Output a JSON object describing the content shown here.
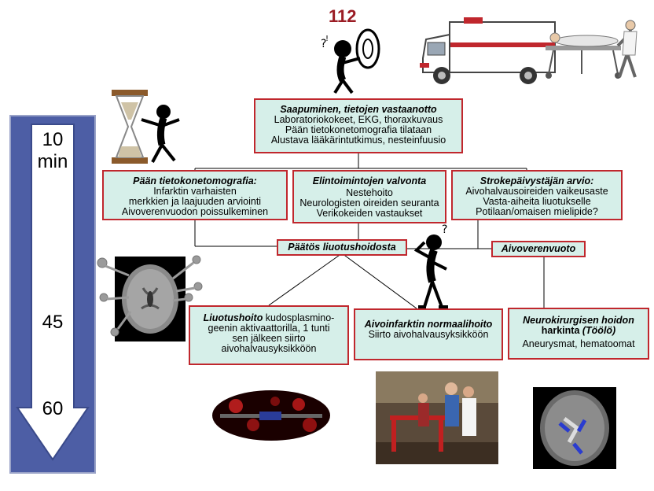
{
  "emergency_number": "112",
  "timeline": {
    "t1": "10",
    "t1_unit": "min",
    "t2": "45",
    "t3": "60"
  },
  "arrival": {
    "title": "Saapuminen, tietojen vastaanotto",
    "lines": [
      "Laboratoriokokeet, EKG, thoraxkuvaus",
      "Pään tietokonetomografia tilataan",
      "Alustava lääkärintutkimus, nesteinfuusio"
    ]
  },
  "ct": {
    "title": "Pään tietokonetomografia:",
    "lines": [
      "Infarktin varhaisten",
      "merkkien ja laajuuden arviointi",
      "Aivoverenvuodon poissulkeminen"
    ]
  },
  "vitals": {
    "title": "Elintoimintojen valvonta",
    "lines": [
      "Nestehoito",
      "Neurologisten oireiden  seuranta",
      "Verikokeiden vastaukset"
    ]
  },
  "stroke_eval": {
    "title": "Strokepäivystäjän arvio:",
    "lines": [
      "Aivohalvausoireiden vaikeusaste",
      "Vasta-aiheita liuotukselle",
      "Potilaan/omaisen mielipide?"
    ]
  },
  "decision": {
    "label": "Päätös liuotushoidosta"
  },
  "hemorrhage": {
    "label": "Aivoverenvuoto"
  },
  "thrombolysis": {
    "title": "Liuotushoito",
    "text_after_title": " kudosplasmino-",
    "lines": [
      "geenin aktivaattorilla, 1 tunti",
      "sen jälkeen siirto",
      "aivohalvausyksikköön"
    ]
  },
  "normal_care": {
    "title": "Aivoinfarktin normaalihoito",
    "lines": [
      "Siirto aivohalvausyksikköön"
    ]
  },
  "neurosurgery": {
    "title_line1": "Neurokirurgisen hoidon",
    "title_line2_prefix": "harkinta ",
    "title_line2_italic": "(Töölö)",
    "lines": [
      "Aneurysmat, hematoomat"
    ]
  },
  "colors": {
    "border": "#c0272d",
    "box_fill": "#d6efe9",
    "timeline": "#4d5ea5",
    "number": "#9b1c24"
  }
}
